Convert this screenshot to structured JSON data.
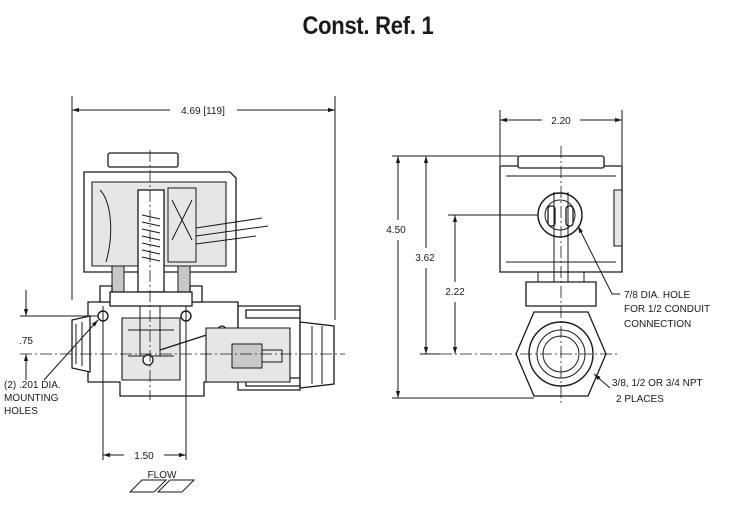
{
  "title": "Const. Ref. 1",
  "dimensions": {
    "overall_length": "4.69 [119]",
    "coil_width": "2.20",
    "overall_height": "4.50",
    "conduit_height": "3.62",
    "pipe_center_height": "2.22",
    "mount_hole_offset": ".75",
    "mount_hole_spacing": "1.50"
  },
  "notes": {
    "mounting_line1": "(2) .201 DIA.",
    "mounting_line2": "MOUNTING",
    "mounting_line3": "HOLES",
    "conduit_line1": "7/8 DIA. HOLE",
    "conduit_line2": "FOR 1/2 CONDUIT",
    "conduit_line3": "CONNECTION",
    "npt_line1": "3/8, 1/2 OR 3/4 NPT",
    "npt_line2": "2 PLACES",
    "flow_label": "FLOW"
  }
}
